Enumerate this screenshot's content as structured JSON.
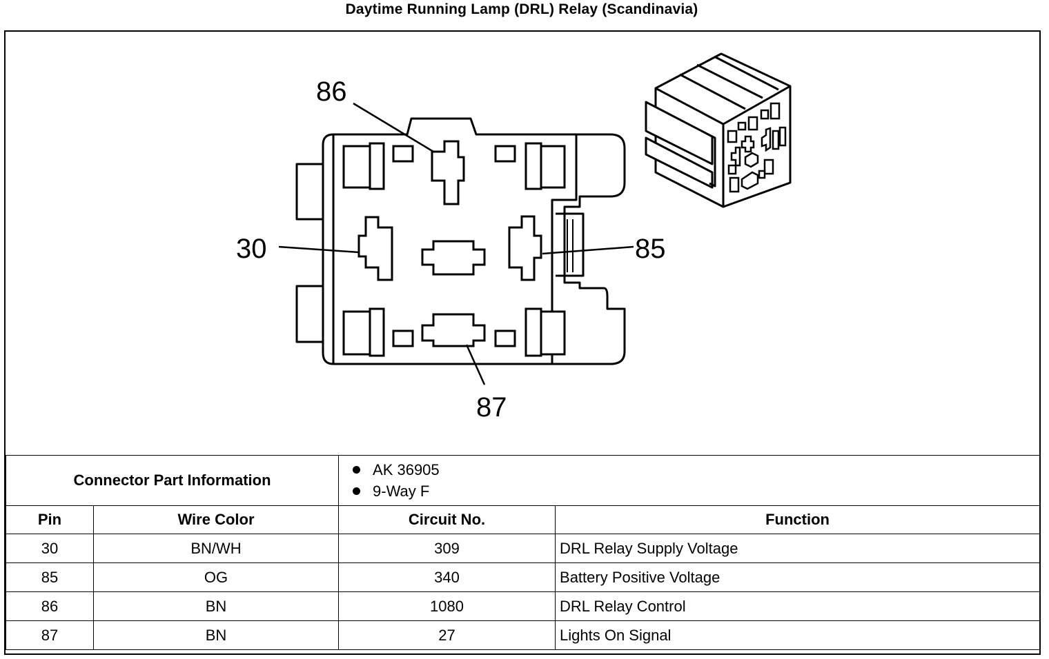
{
  "title": "Daytime Running Lamp (DRL) Relay (Scandinavia)",
  "pin_labels": {
    "p86": "86",
    "p30": "30",
    "p85": "85",
    "p87": "87"
  },
  "connector_info": {
    "label": "Connector Part Information",
    "items": [
      "AK 36905",
      "9-Way F"
    ]
  },
  "table": {
    "headers": [
      "Pin",
      "Wire Color",
      "Circuit No.",
      "Function"
    ],
    "rows": [
      [
        "30",
        "BN/WH",
        "309",
        "DRL Relay Supply Voltage"
      ],
      [
        "85",
        "OG",
        "340",
        "Battery Positive Voltage"
      ],
      [
        "86",
        "BN",
        "1080",
        "DRL Relay Control"
      ],
      [
        "87",
        "BN",
        "27",
        "Lights On Signal"
      ]
    ]
  }
}
